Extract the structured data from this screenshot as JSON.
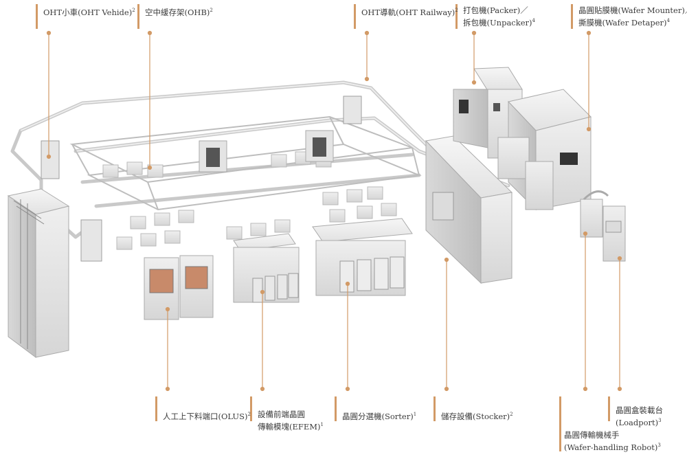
{
  "labels": {
    "oht_vehicle": {
      "text": "OHT小車(OHT Vehide)",
      "sup": "2"
    },
    "ohb": {
      "text": "空中緩存架(OHB)",
      "sup": "2"
    },
    "oht_railway": {
      "text": "OHT導軌(OHT Railway)",
      "sup": "2"
    },
    "packer_l1": {
      "text": "打包機(Packer)／"
    },
    "packer_l2": {
      "text": "拆包機(Unpacker)",
      "sup": "4"
    },
    "mounter_l1": {
      "text": "晶圓貼膜機(Wafer Mounter)／"
    },
    "mounter_l2": {
      "text": "撕膜機(Wafer Detaper)",
      "sup": "4"
    },
    "olus": {
      "text": "人工上下料端口(OLUS)",
      "sup": "2"
    },
    "efem_l1": {
      "text": "設備前端晶圓"
    },
    "efem_l2": {
      "text": "傳輸模塊(EFEM)",
      "sup": "1"
    },
    "sorter": {
      "text": "晶圓分選機(Sorter)",
      "sup": "1"
    },
    "stocker": {
      "text": "儲存設備(Stocker)",
      "sup": "2"
    },
    "loadport_l1": {
      "text": "晶圓盒裝載台"
    },
    "loadport_l2": {
      "text": "(Loadport)",
      "sup": "3"
    },
    "robot_l1": {
      "text": "晶圓傳輸機械手"
    },
    "robot_l2": {
      "text": "(Wafer-handling Robot)",
      "sup": "3"
    }
  },
  "colors": {
    "accent": "#d29a66",
    "text": "#3b3b3b",
    "machine_light": "#ececec",
    "machine_mid": "#d4d4d4",
    "machine_dark": "#a9a9a9"
  }
}
